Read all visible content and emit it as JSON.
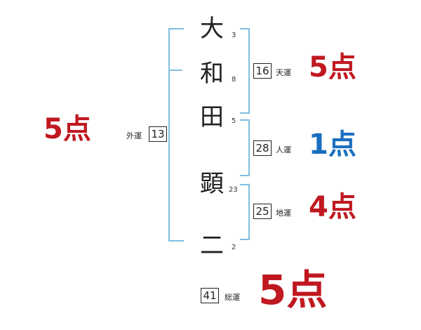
{
  "name_chars": [
    {
      "char": "大",
      "strokes": "3"
    },
    {
      "char": "和",
      "strokes": "8"
    },
    {
      "char": "田",
      "strokes": "5"
    },
    {
      "char": "顕",
      "strokes": "23"
    },
    {
      "char": "二",
      "strokes": "2"
    }
  ],
  "fortunes": {
    "tenkaku": {
      "value": "16",
      "label": "天運",
      "score": "5点",
      "color": "#c01820"
    },
    "jinkaku": {
      "value": "28",
      "label": "人運",
      "score": "1点",
      "color": "#1a6fbf"
    },
    "chikaku": {
      "value": "25",
      "label": "地運",
      "score": "4点",
      "color": "#c01820"
    },
    "gaikaku": {
      "value": "13",
      "label": "外運",
      "score": "5点",
      "color": "#c01820"
    },
    "soukaku": {
      "value": "41",
      "label": "総運",
      "score": "5点",
      "color": "#c01820"
    }
  },
  "colors": {
    "bracket": "#7fbfe0",
    "text": "#222222"
  }
}
